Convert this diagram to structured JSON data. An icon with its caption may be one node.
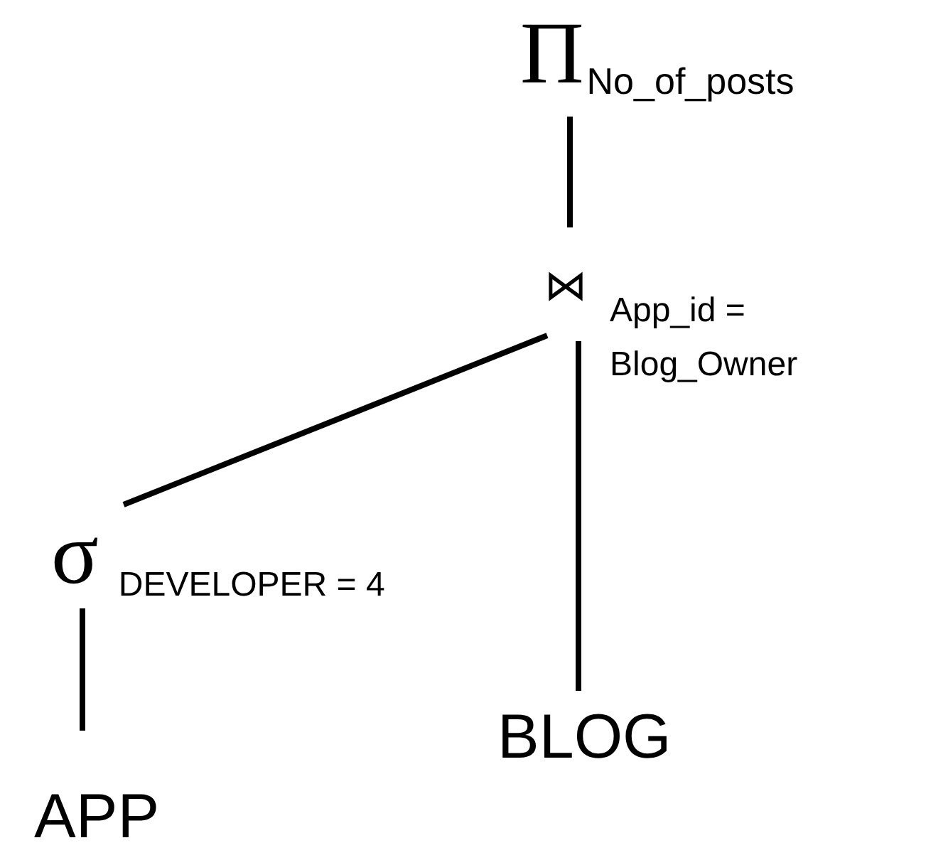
{
  "diagram": {
    "nodes": [
      {
        "text": [
          "Π",
          "No_of_posts"
        ]
      },
      {
        "text": [
          "⋈",
          "App_id = Blog_Owner"
        ]
      },
      {
        "text": [
          "σ",
          "DEVELOPER = 4"
        ]
      },
      {
        "text": [
          "BLOG"
        ]
      },
      {
        "text": [
          "APP"
        ]
      }
    ],
    "edges": [
      {
        "from": 0,
        "to": 1,
        "arrow": "none"
      },
      {
        "from": 1,
        "to": 2,
        "arrow": "none"
      },
      {
        "from": 1,
        "to": 3,
        "arrow": "none"
      },
      {
        "from": 2,
        "to": 4,
        "arrow": "none"
      }
    ]
  }
}
